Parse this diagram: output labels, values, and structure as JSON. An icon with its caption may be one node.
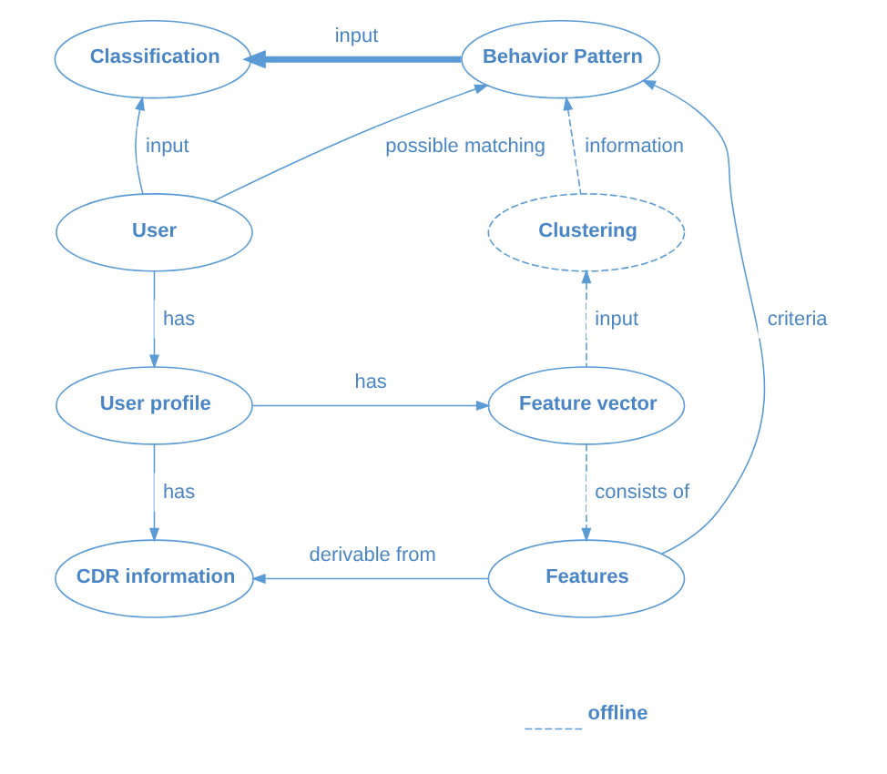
{
  "diagram": {
    "nodes": [
      {
        "text": [
          "Classification"
        ]
      },
      {
        "text": [
          "Behavior Pattern"
        ]
      },
      {
        "text": [
          "User"
        ]
      },
      {
        "text": [
          "Clustering"
        ]
      },
      {
        "text": [
          "User profile"
        ]
      },
      {
        "text": [
          "Feature vector"
        ]
      },
      {
        "text": [
          "CDR information"
        ]
      },
      {
        "text": [
          "Features"
        ]
      }
    ],
    "edges": [
      {
        "from": 1,
        "to": 0,
        "arrow": "to",
        "label": "input",
        "style": "thick"
      },
      {
        "from": 2,
        "to": 0,
        "arrow": "to",
        "label": "input"
      },
      {
        "from": 2,
        "to": 1,
        "arrow": "to",
        "label": "possible matching"
      },
      {
        "from": 3,
        "to": 1,
        "arrow": "to",
        "label": "information",
        "style": "dashed"
      },
      {
        "from": 5,
        "to": 3,
        "arrow": "to",
        "label": "input",
        "style": "dashed"
      },
      {
        "from": 2,
        "to": 4,
        "arrow": "to",
        "label": "has"
      },
      {
        "from": 4,
        "to": 5,
        "arrow": "to",
        "label": "has"
      },
      {
        "from": 4,
        "to": 6,
        "arrow": "to",
        "label": "has"
      },
      {
        "from": 5,
        "to": 7,
        "arrow": "to",
        "label": "consists of",
        "style": "dashed"
      },
      {
        "from": 7,
        "to": 6,
        "arrow": "to",
        "label": "derivable from"
      },
      {
        "from": 7,
        "to": 1,
        "arrow": "to",
        "label": "criteria"
      }
    ],
    "legend": [
      {
        "text": "offline"
      }
    ]
  }
}
